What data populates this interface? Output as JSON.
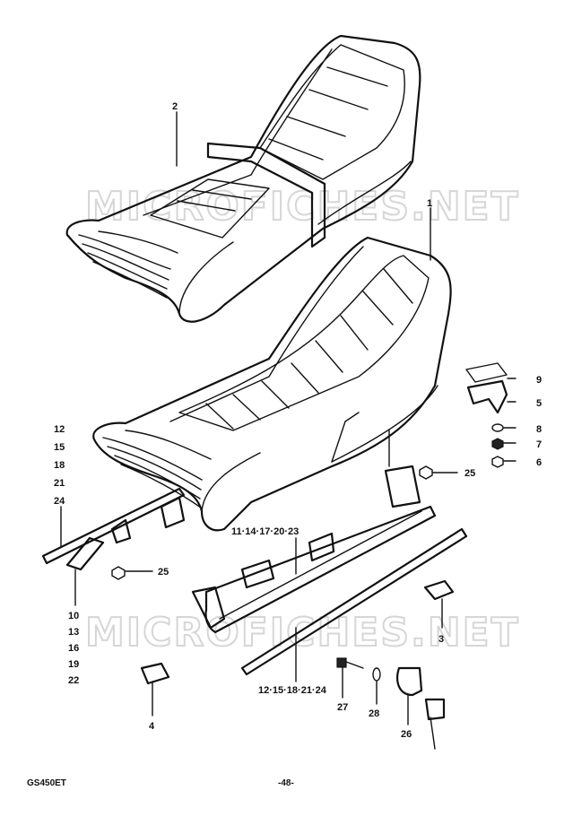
{
  "watermark": "MICROFICHES.NET",
  "footer": {
    "model": "GS450ET",
    "page": "-48-"
  },
  "callouts": {
    "c2": "2",
    "c1": "1",
    "c9": "9",
    "c5": "5",
    "c8": "8",
    "c7": "7",
    "c6": "6",
    "c25a": "25",
    "c25b": "25",
    "c3": "3",
    "c4": "4",
    "c27": "27",
    "c28": "28",
    "c26": "26",
    "rail_upper": "11·14·17·20·23",
    "rail_lower": "12·15·18·21·24",
    "left_col_top": [
      "12",
      "15",
      "18",
      "21",
      "24"
    ],
    "left_col_bottom": [
      "10",
      "13",
      "16",
      "19",
      "22"
    ]
  }
}
